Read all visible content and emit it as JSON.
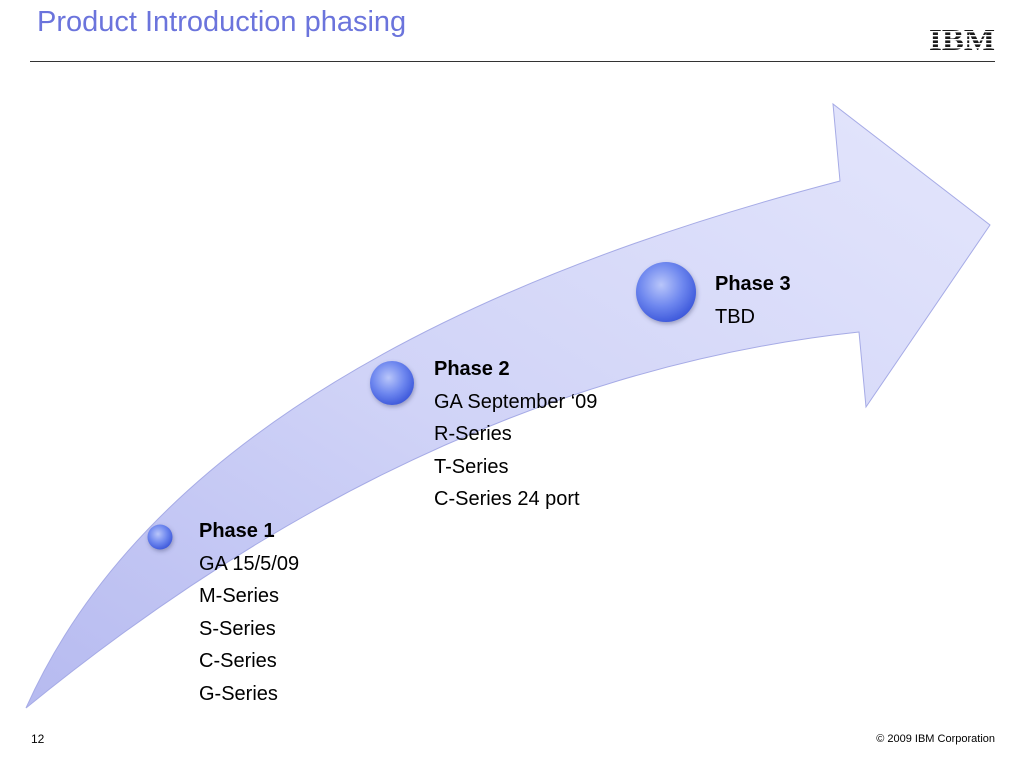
{
  "slide": {
    "title": "Product Introduction phasing",
    "logo_text": "IBM",
    "page_number": "12",
    "copyright": "© 2009 IBM Corporation"
  },
  "colors": {
    "title": "#6b74dc",
    "arrow_fill_light": "#dfe1fb",
    "arrow_fill_dark": "#b9bdf0",
    "arrow_edge": "#9da3e4",
    "node_light": "#aebdf8",
    "node_dark": "#3f5ee0",
    "logo": "#1a1a1a"
  },
  "icons": {
    "logo": "ibm-logo",
    "node": "phase-node-sphere",
    "arrow": "curved-progress-arrow"
  },
  "phases": [
    {
      "title": "Phase 1",
      "lines": [
        "GA 15/5/09",
        "M-Series",
        "S-Series",
        "C-Series",
        "G-Series"
      ]
    },
    {
      "title": "Phase 2",
      "lines": [
        "GA September ‘09",
        "R-Series",
        "T-Series",
        "C-Series 24 port"
      ]
    },
    {
      "title": "Phase 3",
      "lines": [
        "TBD"
      ]
    }
  ]
}
